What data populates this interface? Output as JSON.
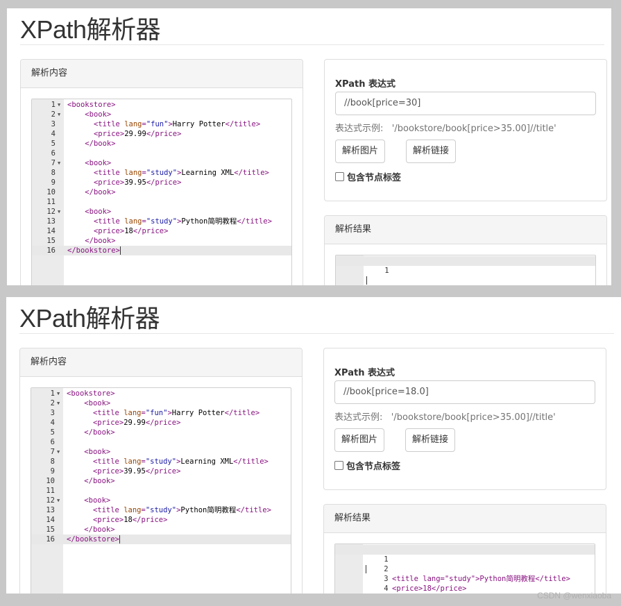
{
  "screens": [
    {
      "title": "XPath解析器",
      "content_panel_title": "解析内容",
      "xpath_label": "XPath 表达式",
      "xpath_value": "//book[price=30]",
      "hint_text": "表达式示例:",
      "hint_example": "'/bookstore/book[price>35.00]//title'",
      "btn_parse_image": "解析图片",
      "btn_parse_link": "解析链接",
      "checkbox_label": "包含节点标签",
      "result_panel_title": "解析结果",
      "result_lines": [
        "1"
      ]
    },
    {
      "title": "XPath解析器",
      "content_panel_title": "解析内容",
      "xpath_label": "XPath 表达式",
      "xpath_value": "//book[price=18.0]",
      "hint_text": "表达式示例:",
      "hint_example": "'/bookstore/book[price>35.00]//title'",
      "btn_parse_image": "解析图片",
      "btn_parse_link": "解析链接",
      "checkbox_label": "包含节点标签",
      "result_panel_title": "解析结果",
      "result_lines": [
        "1",
        "2",
        "3",
        "4"
      ],
      "result_code_line2": "<title lang=\"study\">Python简明教程</title>",
      "result_code_line3": "<price>18</price>"
    }
  ],
  "xml_lines": [
    {
      "n": "1",
      "fold": true,
      "code": "<bookstore>"
    },
    {
      "n": "2",
      "fold": true,
      "code": "    <book>"
    },
    {
      "n": "3",
      "fold": false,
      "code": "      <title lang=\"fun\">Harry Potter</title>"
    },
    {
      "n": "4",
      "fold": false,
      "code": "      <price>29.99</price>"
    },
    {
      "n": "5",
      "fold": false,
      "code": "    </book>"
    },
    {
      "n": "6",
      "fold": false,
      "code": ""
    },
    {
      "n": "7",
      "fold": true,
      "code": "    <book>"
    },
    {
      "n": "8",
      "fold": false,
      "code": "      <title lang=\"study\">Learning XML</title>"
    },
    {
      "n": "9",
      "fold": false,
      "code": "      <price>39.95</price>"
    },
    {
      "n": "10",
      "fold": false,
      "code": "    </book>"
    },
    {
      "n": "11",
      "fold": false,
      "code": ""
    },
    {
      "n": "12",
      "fold": true,
      "code": "    <book>"
    },
    {
      "n": "13",
      "fold": false,
      "code": "      <title lang=\"study\">Python简明教程</title>"
    },
    {
      "n": "14",
      "fold": false,
      "code": "      <price>18</price>"
    },
    {
      "n": "15",
      "fold": false,
      "code": "    </book>"
    },
    {
      "n": "16",
      "fold": false,
      "code": "</bookstore>"
    }
  ],
  "watermark": "CSDN @wenxiaoba"
}
